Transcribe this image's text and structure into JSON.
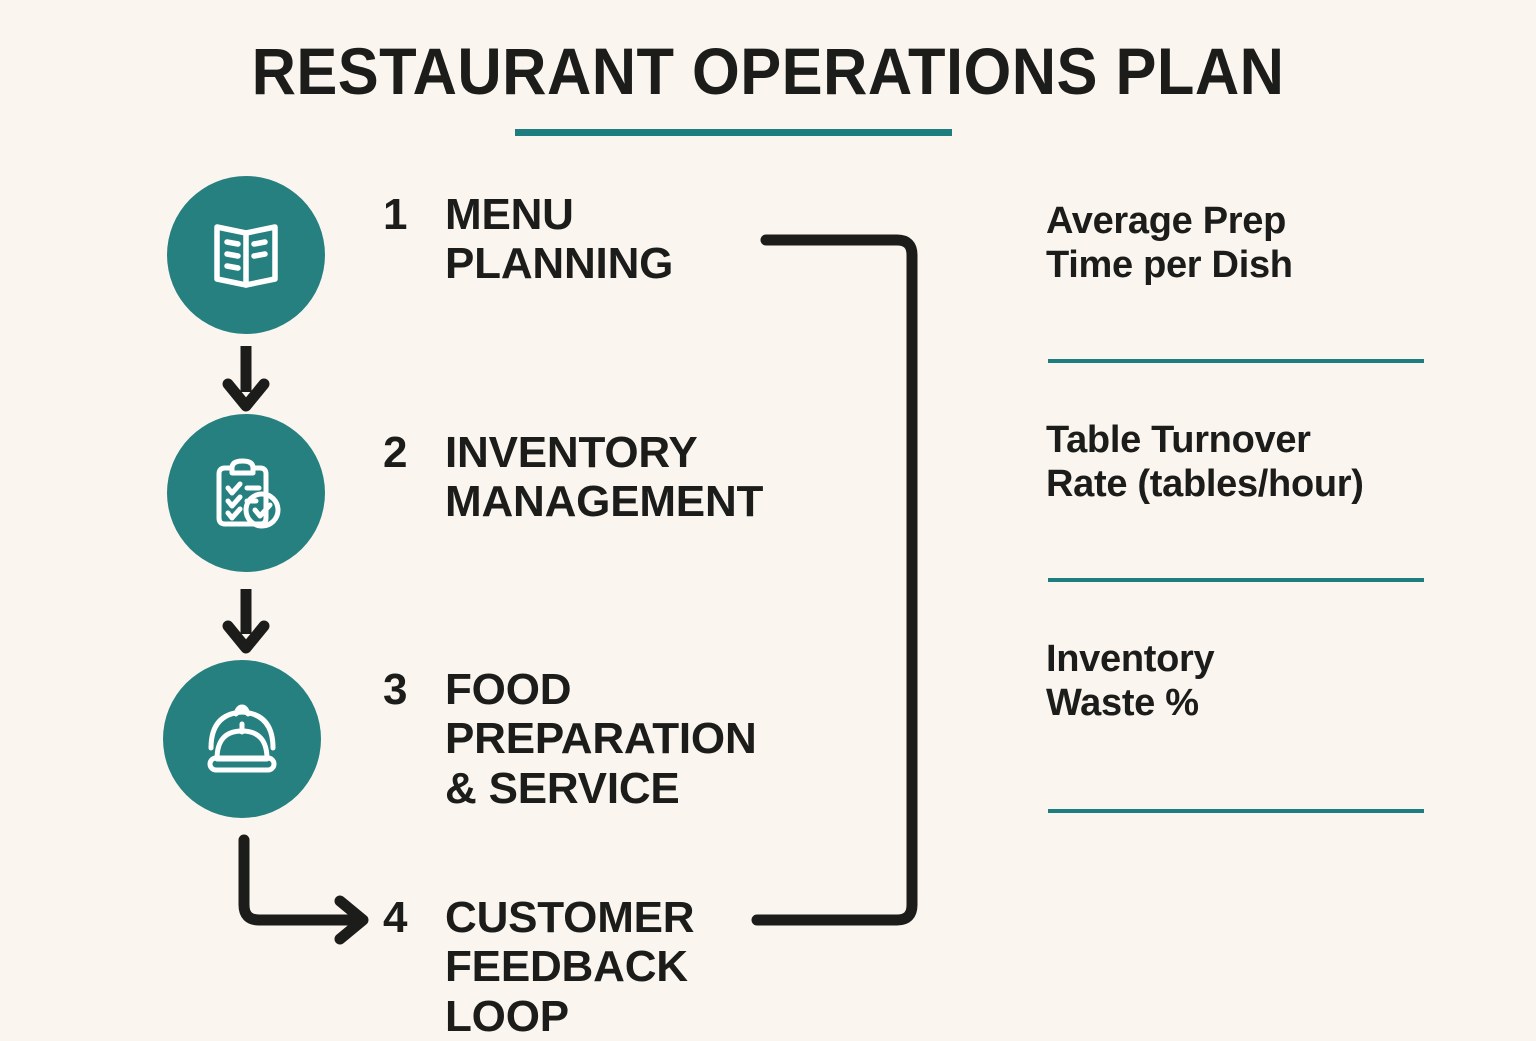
{
  "colors": {
    "background": "#faf6ef",
    "teal": "#26807f",
    "rule_teal": "#1d7d7f",
    "ink": "#1c1c1a"
  },
  "header": {
    "title": "RESTAURANT OPERATIONS PLAN"
  },
  "flow": {
    "steps": [
      {
        "number": "1",
        "label": "MENU\nPLANNING",
        "icon": "open-book-menu-icon"
      },
      {
        "number": "2",
        "label": "INVENTORY\nMANAGEMENT",
        "icon": "clipboard-checklist-check-icon"
      },
      {
        "number": "3",
        "label": "FOOD\nPREPARATION\n& SERVICE",
        "icon": "cloche-serving-dome-icon"
      },
      {
        "number": "4",
        "label": "CUSTOMER\nFEEDBACK LOOP",
        "icon": ""
      }
    ]
  },
  "metrics": {
    "items": [
      {
        "label": "Average Prep\nTime per Dish"
      },
      {
        "label": "Table Turnover\nRate (tables/hour)"
      },
      {
        "label": "Inventory\nWaste %"
      }
    ]
  }
}
